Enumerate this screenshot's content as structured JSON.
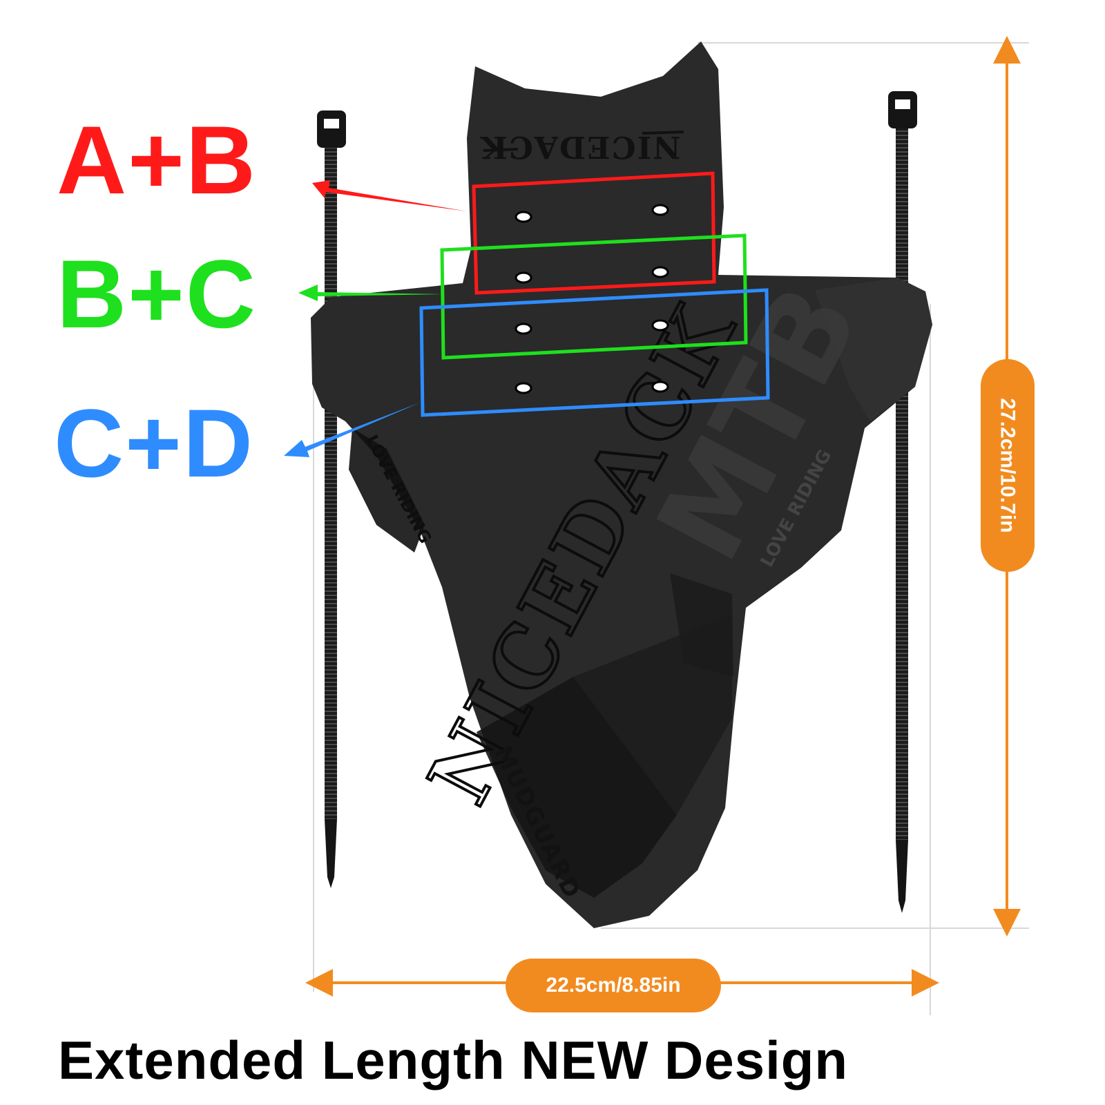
{
  "mount_positions": [
    {
      "label": "A+B",
      "color": "#ff1a1a"
    },
    {
      "label": "B+C",
      "color": "#1ee01e"
    },
    {
      "label": "C+D",
      "color": "#2f8cff"
    }
  ],
  "dimensions": {
    "width": "22.5cm/8.85in",
    "height": "27.2cm/10.7in",
    "accent_color": "#f28b1f"
  },
  "product_print": {
    "brand": "NICEDACK",
    "model": "MTB",
    "slogan": "LOVE RIDING",
    "type": "MUDGUARD"
  },
  "headline": "Extended Length NEW Design",
  "icons": [
    "cable-tie-icon",
    "mudguard-image"
  ]
}
